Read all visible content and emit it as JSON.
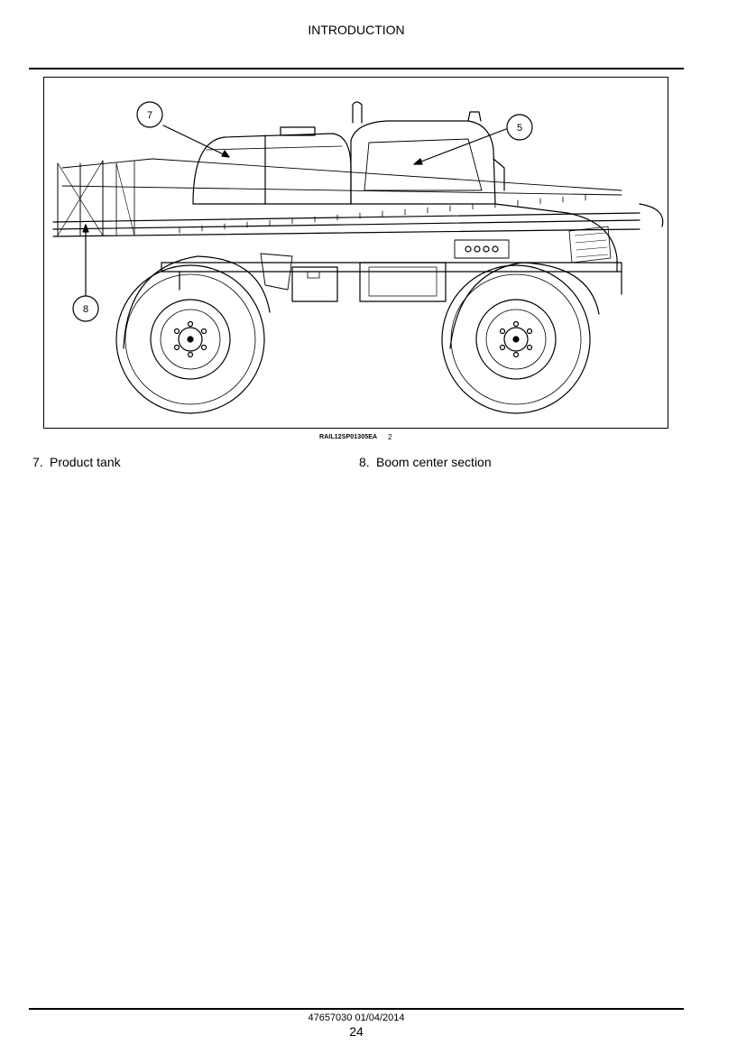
{
  "header": {
    "title": "INTRODUCTION"
  },
  "figure": {
    "reference_code": "RAIL12SP01305EA",
    "number": "2",
    "callouts": [
      "7",
      "5",
      "8"
    ]
  },
  "legend": [
    {
      "number": "7.",
      "text": "Product tank"
    },
    {
      "number": "8.",
      "text": "Boom center section"
    }
  ],
  "footer": {
    "doc_code": "47657030 01/04/2014",
    "page_number": "24"
  }
}
